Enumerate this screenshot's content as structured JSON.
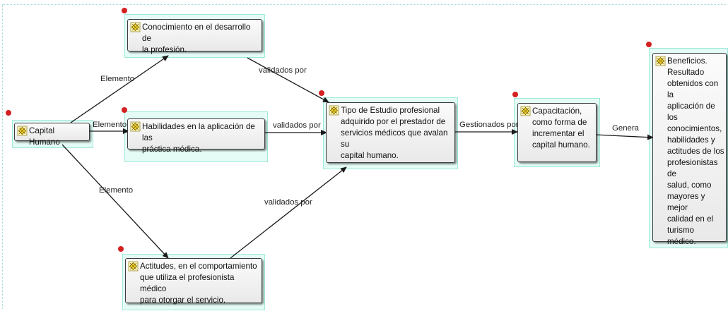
{
  "nodes": {
    "capital": {
      "label": "Capital Humano"
    },
    "conocimiento": {
      "label": "Conocimiento en el desarrollo de\nla profesión."
    },
    "habilidades": {
      "label": "Habilidades en la aplicación de las\npráctica médica."
    },
    "actitudes": {
      "label": "Actitudes, en el comportamiento\nque utiliza el profesionista médico\npara otorgar el servicio."
    },
    "estudio": {
      "label": "Tipo de Estudio profesional\nadquirido por el prestador de\nservicios médicos que avalan su\ncapital humano."
    },
    "capacitacion": {
      "label": "Capacitación,\ncomo forma de\nincrementar el\ncapital humano."
    },
    "beneficios": {
      "label": "Beneficios.\nResultado\nobtenidos con la\naplicación de los\nconocimientos,\nhabilidades y\nactitudes de los\nprofesionistas de\nsalud, como\nmayores y mejor\ncalidad en el\nturismo médico."
    }
  },
  "edges": {
    "cap_con": "Elemento",
    "cap_hab": "Elemento",
    "cap_act": "Elemento",
    "con_est": "validados por",
    "hab_est": "validados por",
    "act_est": "validados por",
    "est_capac": "Gestionados por",
    "capac_ben": "Genera"
  },
  "colors": {
    "halo": "#e4fbf6",
    "node_border": "#3c3c3c",
    "dot": "#d42020",
    "edge": "#1a1a1a"
  },
  "icon": "concept-node-icon"
}
